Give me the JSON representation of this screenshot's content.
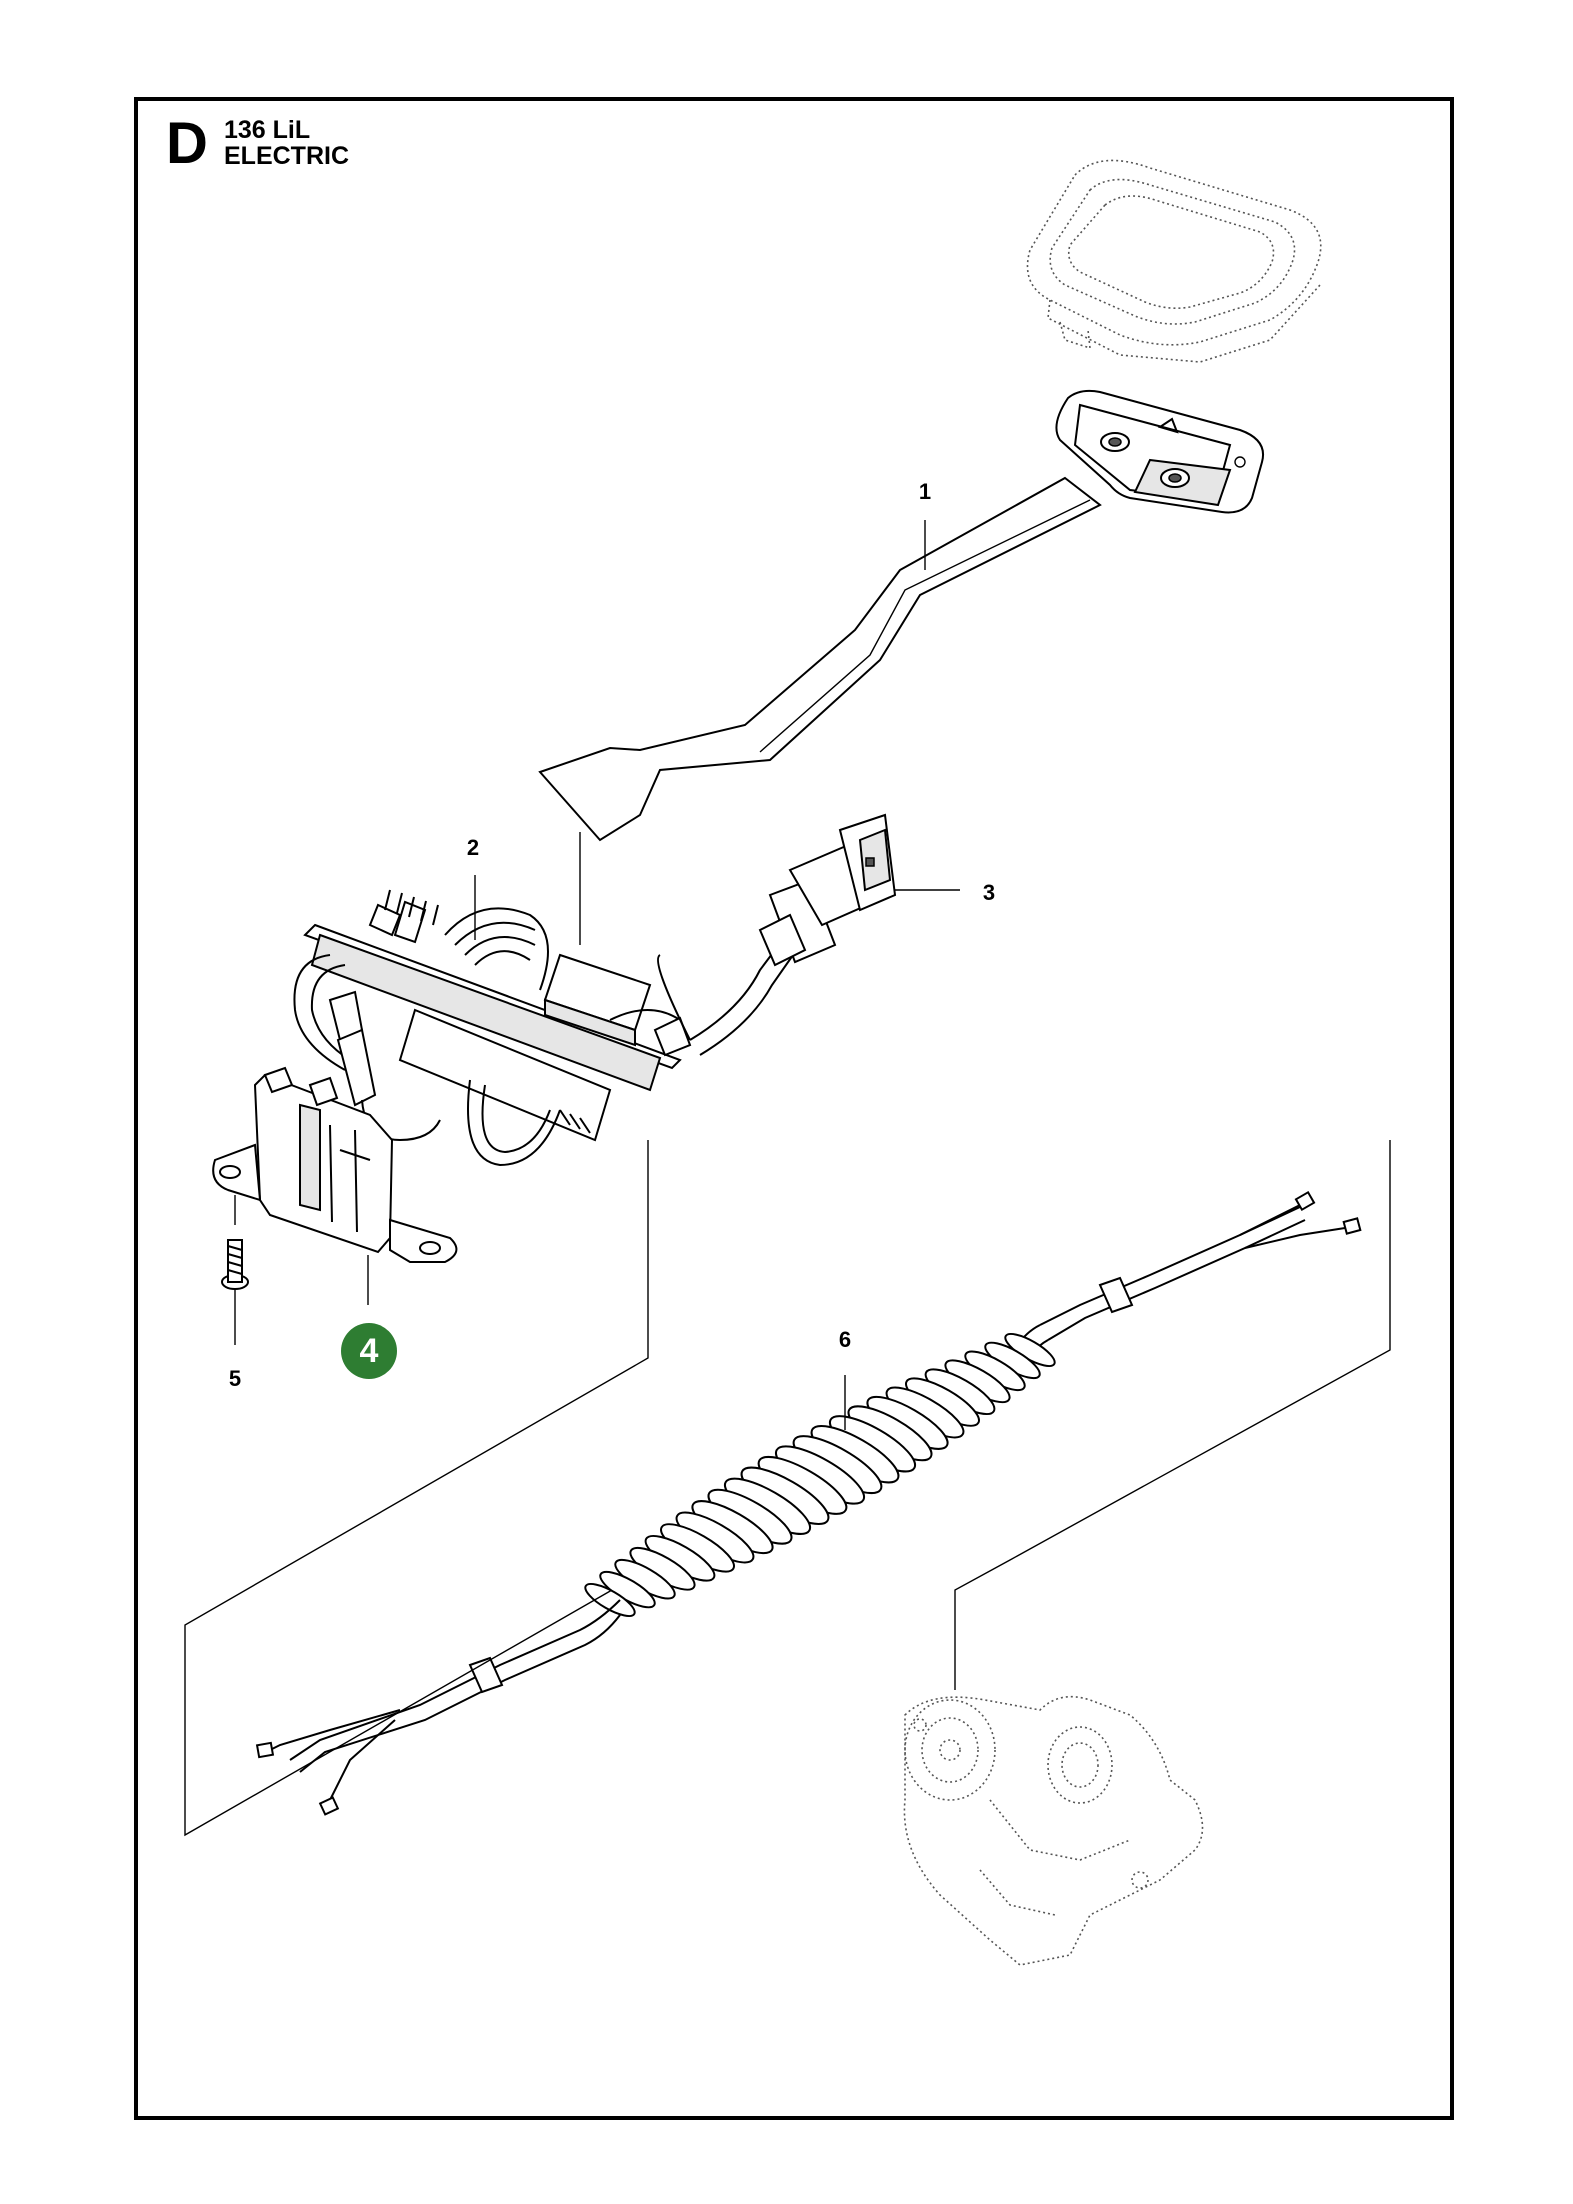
{
  "header": {
    "section_letter": "D",
    "model": "136 LiL",
    "section_title": "ELECTRIC"
  },
  "callouts": [
    {
      "label": "1",
      "highlighted": false
    },
    {
      "label": "2",
      "highlighted": false
    },
    {
      "label": "3",
      "highlighted": false
    },
    {
      "label": "4",
      "highlighted": true
    },
    {
      "label": "5",
      "highlighted": false
    },
    {
      "label": "6",
      "highlighted": false
    }
  ],
  "colors": {
    "highlight": "#2e7d32",
    "line": "#000000",
    "background": "#ffffff"
  }
}
